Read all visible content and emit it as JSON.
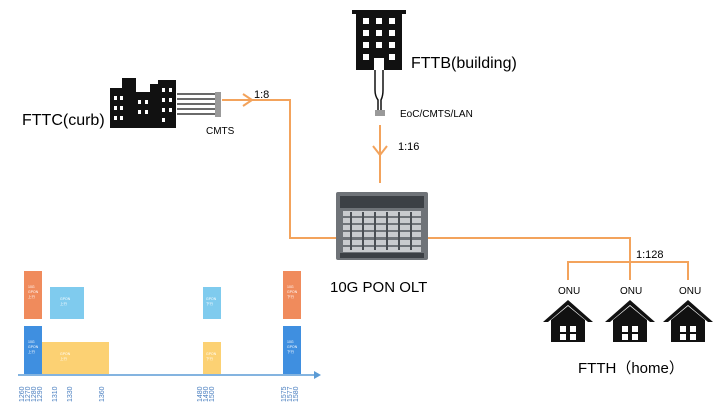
{
  "labels": {
    "fttb": "FTTB(building)",
    "fttc": "FTTC(curb)",
    "ftth": "FTTH（home）",
    "olt": "10G PON OLT",
    "cmts": "CMTS",
    "eoc": "EoC/CMTS/LAN",
    "onu1": "ONU",
    "onu2": "ONU",
    "onu3": "ONU"
  },
  "ratios": {
    "curb": "1:8",
    "building": "1:16",
    "home": "1:128"
  },
  "colors": {
    "fiber": "#f3a35c",
    "ten_g_upstream": "#f08b5c",
    "gpon_upstream": "#7fcbee",
    "ten_g_downstream": "#3f8fe0",
    "gpon_downstream": "#fcd173",
    "axis": "#5b9bd5",
    "icon": "#111111"
  },
  "icons": [
    "office-building-icon",
    "city-skyline-icon",
    "house-icon",
    "olt-chassis-icon"
  ],
  "spectrum": {
    "ticks": [
      "1260",
      "1270",
      "1280",
      "1290",
      "1310",
      "1330",
      "1360",
      "1480",
      "1490",
      "1500",
      "1575",
      "1577",
      "1580"
    ],
    "bands": [
      {
        "label": "10G\nGPON\n上行",
        "color_key": "ten_g_upstream"
      },
      {
        "label": "GPON\n上行",
        "color_key": "gpon_upstream"
      },
      {
        "label": "GPON\n下行",
        "color_key": "gpon_upstream"
      },
      {
        "label": "10G\nGPON\n下行",
        "color_key": "ten_g_upstream"
      },
      {
        "label": "10G\nGPON\n上行",
        "color_key": "ten_g_downstream"
      },
      {
        "label": "GPON\n上行",
        "color_key": "gpon_downstream"
      },
      {
        "label": "GPON\n下行",
        "color_key": "gpon_downstream"
      },
      {
        "label": "10G\nGPON\n下行",
        "color_key": "ten_g_downstream"
      }
    ]
  }
}
